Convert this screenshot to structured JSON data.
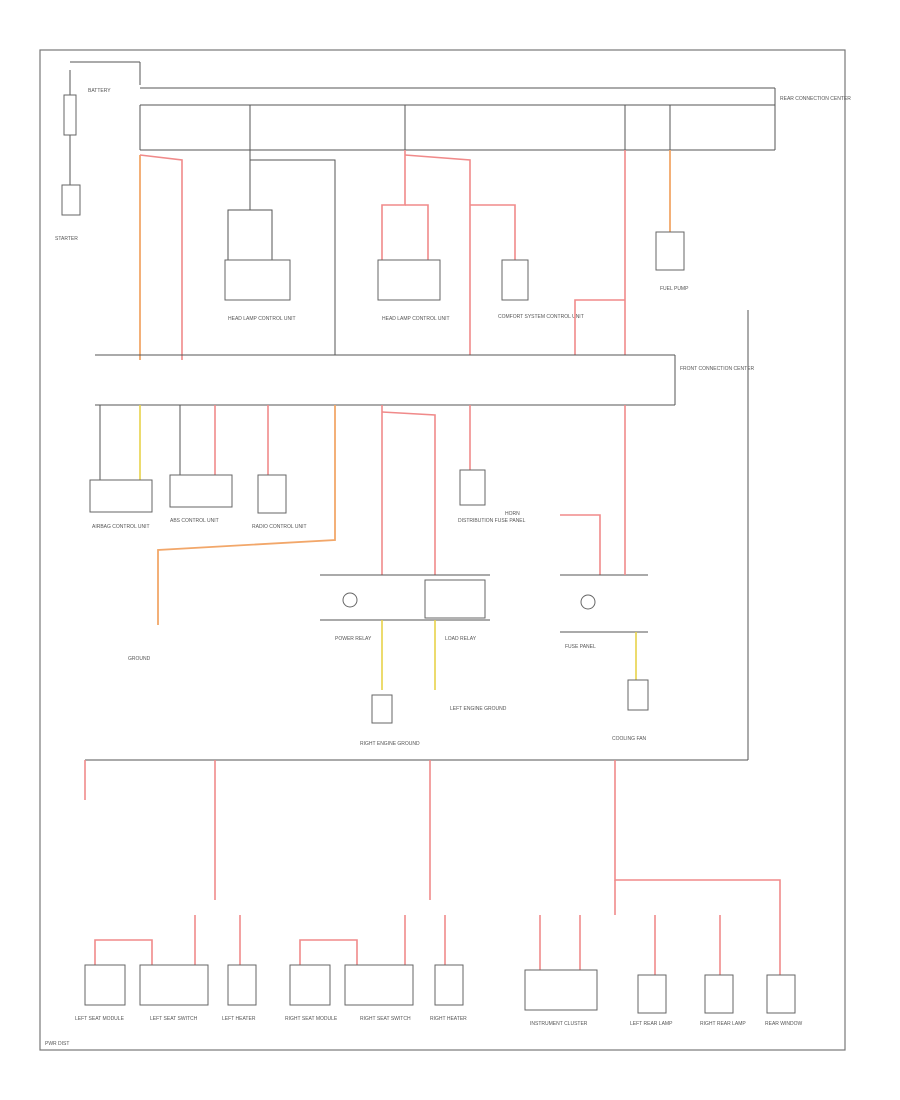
{
  "diagram": {
    "labels": {
      "battery": "BATTERY",
      "starter": "STARTER",
      "rear_connector": "REAR CONNECTION CENTER",
      "front_connector": "FRONT CONNECTION CENTER",
      "head_lamp_left": "HEAD LAMP CONTROL UNIT",
      "head_lamp_right": "HEAD LAMP CONTROL UNIT",
      "comfort_module": "COMFORT SYSTEM CONTROL UNIT",
      "fuel_pump": "FUEL PUMP",
      "airbag_unit": "AIRBAG CONTROL UNIT",
      "abs_unit": "ABS CONTROL UNIT",
      "radio": "RADIO CONTROL UNIT",
      "dist_fuse": "DISTRIBUTION FUSE PANEL",
      "horn": "HORN",
      "ground_g1": "GROUND",
      "left_engine_ground": "LEFT ENGINE GROUND",
      "right_engine_ground": "RIGHT ENGINE GROUND",
      "power_relay": "POWER RELAY",
      "load_relay": "LOAD RELAY",
      "fuse_panel_a": "FUSE PANEL",
      "cooling_fan": "COOLING FAN",
      "left_seat_module": "LEFT SEAT MODULE",
      "left_seat_switch": "LEFT SEAT SWITCH",
      "left_heater": "LEFT HEATER",
      "right_seat_module": "RIGHT SEAT MODULE",
      "right_seat_switch": "RIGHT SEAT SWITCH",
      "right_heater": "RIGHT HEATER",
      "instrument_cluster": "INSTRUMENT CLUSTER",
      "left_rear_lamp": "LEFT REAR LAMP",
      "right_rear_lamp": "RIGHT REAR LAMP",
      "rear_window": "REAR WINDOW",
      "footer": "PWR DIST"
    }
  }
}
